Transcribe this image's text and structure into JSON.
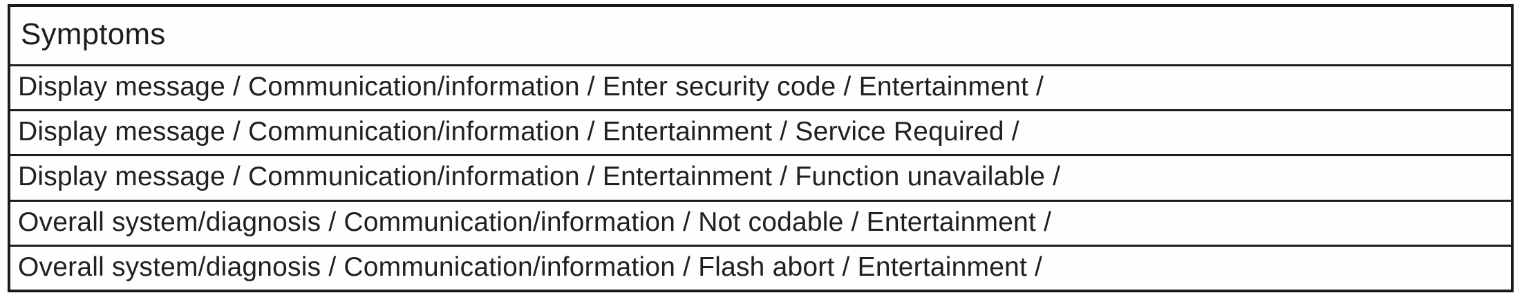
{
  "table": {
    "header": "Symptoms",
    "rows": [
      "Display message / Communication/information / Enter security code / Entertainment /",
      "Display message / Communication/information / Entertainment / Service Required /",
      "Display message / Communication/information / Entertainment / Function unavailable /",
      "Overall system/diagnosis / Communication/information / Not codable / Entertainment /",
      "Overall system/diagnosis / Communication/information / Flash abort / Entertainment /"
    ],
    "colors": {
      "border": "#1b1b1b",
      "text": "#202020",
      "background": "#fefefe"
    }
  }
}
